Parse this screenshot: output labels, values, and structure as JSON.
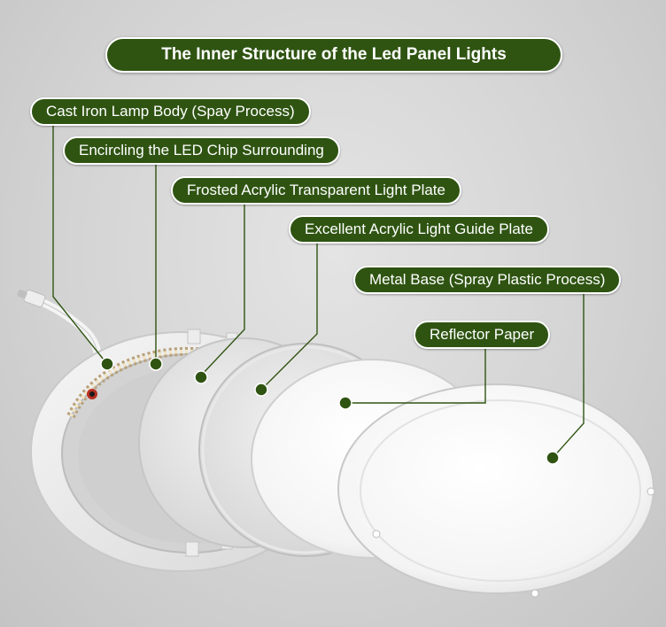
{
  "title": "The Inner Structure of the Led Panel Lights",
  "labels": [
    {
      "text": "Cast Iron Lamp Body (Spay Process)"
    },
    {
      "text": "Encircling the LED Chip Surrounding"
    },
    {
      "text": "Frosted Acrylic Transparent Light Plate"
    },
    {
      "text": "Excellent Acrylic Light Guide Plate"
    },
    {
      "text": "Metal Base (Spray Plastic Process)"
    },
    {
      "text": "Reflector Paper"
    }
  ],
  "colors": {
    "label_bg": "#2f5412",
    "label_border": "#ffffff",
    "label_text": "#ffffff",
    "leader_line": "#2f5412",
    "background": "#d6d6d6"
  }
}
